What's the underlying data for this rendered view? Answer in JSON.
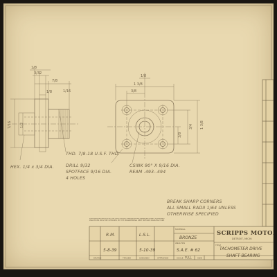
{
  "notes": {
    "hex": "HEX. 1/4 x 3/4 DIA.",
    "drill": "DRILL 9/32",
    "spotface": "SPOTFACE 9/16 DIA.",
    "holes": "4 HOLES",
    "thread": "THD. 7/8-18 U.S.F. THD.",
    "csink": "CSINK 90° X 9/16 DIA.",
    "ream": "REAM .493-.494",
    "break1": "BREAK SHARP CORNERS",
    "break2": "ALL SMALL RADII 1/64 UNLESS",
    "break3": "OTHERWISE SPECIFIED"
  },
  "dims": {
    "d1": "1/8",
    "d2": "3/32",
    "d3": "7/8",
    "d4": "1/8",
    "d5": "1/16",
    "d6": "7/16",
    "d7": "1/2",
    "d8": "1 3/8",
    "d9": "3/8",
    "d10": "1 3/8",
    "d11": "3/8",
    "d12": "3/4",
    "d13": "1/8"
  },
  "title_block": {
    "company": "SCRIPPS MOTOR",
    "location": "DETROIT, MICHI",
    "disclaimer": "DIMENSIONS INDICATED ON ELECTRICAL ENGINEERING DRAWINGS AND STANDARD PRACTICES MUST BE CHECKED BY THE ENGINEERING DEPT BEFORE MANUFACTURE",
    "material_label": "MATERIAL",
    "material": "BRONZE",
    "analysis_label": "ANALYSIS",
    "analysis": "S.A.E. # 62",
    "title_label": "TITLE",
    "title_line1": "TACHOMETER DRIVE",
    "title_line2": "SHAFT BEARING",
    "drawn_label": "DRAWN",
    "traced_label": "TRACED",
    "checked_label": "CHECKED",
    "approved_label": "APPROVED",
    "scale_label": "SCALE",
    "scale": "FULL",
    "size_label": "SIZE",
    "drawn": "R.M.",
    "checked": "L.S.L.",
    "date_drawn": "5-8-39",
    "date_checked": "5-10-39"
  }
}
